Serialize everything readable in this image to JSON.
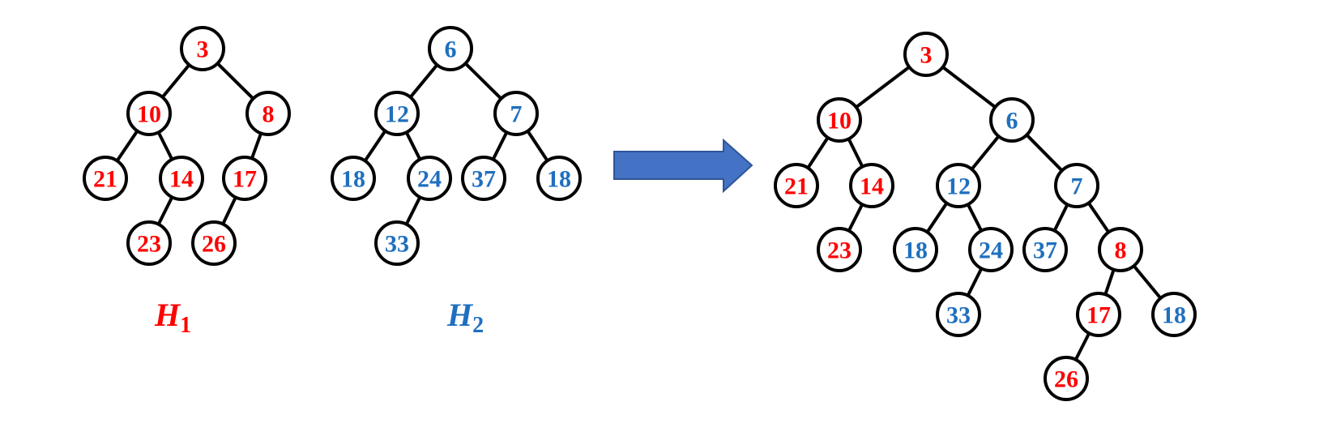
{
  "colors": {
    "h1": "#ff0000",
    "h2": "#1f6fbf",
    "arrow": "#4472c4",
    "arrow_stroke": "#2f5597"
  },
  "labels": {
    "h1": {
      "main": "H",
      "sub": "1"
    },
    "h2": {
      "main": "H",
      "sub": "2"
    }
  },
  "trees": {
    "h1": {
      "nodes": [
        {
          "id": "a3",
          "value": "3",
          "heap": "h1"
        },
        {
          "id": "a10",
          "value": "10",
          "heap": "h1"
        },
        {
          "id": "a8",
          "value": "8",
          "heap": "h1"
        },
        {
          "id": "a21",
          "value": "21",
          "heap": "h1"
        },
        {
          "id": "a14",
          "value": "14",
          "heap": "h1"
        },
        {
          "id": "a17",
          "value": "17",
          "heap": "h1"
        },
        {
          "id": "a23",
          "value": "23",
          "heap": "h1"
        },
        {
          "id": "a26",
          "value": "26",
          "heap": "h1"
        }
      ],
      "edges": [
        [
          "a3",
          "a10"
        ],
        [
          "a3",
          "a8"
        ],
        [
          "a10",
          "a21"
        ],
        [
          "a10",
          "a14"
        ],
        [
          "a8",
          "a17"
        ],
        [
          "a14",
          "a23"
        ],
        [
          "a17",
          "a26"
        ]
      ]
    },
    "h2": {
      "nodes": [
        {
          "id": "b6",
          "value": "6",
          "heap": "h2"
        },
        {
          "id": "b12",
          "value": "12",
          "heap": "h2"
        },
        {
          "id": "b7",
          "value": "7",
          "heap": "h2"
        },
        {
          "id": "b18a",
          "value": "18",
          "heap": "h2"
        },
        {
          "id": "b24",
          "value": "24",
          "heap": "h2"
        },
        {
          "id": "b37",
          "value": "37",
          "heap": "h2"
        },
        {
          "id": "b18b",
          "value": "18",
          "heap": "h2"
        },
        {
          "id": "b33",
          "value": "33",
          "heap": "h2"
        }
      ],
      "edges": [
        [
          "b6",
          "b12"
        ],
        [
          "b6",
          "b7"
        ],
        [
          "b12",
          "b18a"
        ],
        [
          "b12",
          "b24"
        ],
        [
          "b7",
          "b37"
        ],
        [
          "b7",
          "b18b"
        ],
        [
          "b24",
          "b33"
        ]
      ]
    },
    "merged": {
      "nodes": [
        {
          "id": "m3",
          "value": "3",
          "heap": "h1"
        },
        {
          "id": "m10",
          "value": "10",
          "heap": "h1"
        },
        {
          "id": "m6",
          "value": "6",
          "heap": "h2"
        },
        {
          "id": "m21",
          "value": "21",
          "heap": "h1"
        },
        {
          "id": "m14",
          "value": "14",
          "heap": "h1"
        },
        {
          "id": "m12",
          "value": "12",
          "heap": "h2"
        },
        {
          "id": "m7",
          "value": "7",
          "heap": "h2"
        },
        {
          "id": "m23",
          "value": "23",
          "heap": "h1"
        },
        {
          "id": "m18a",
          "value": "18",
          "heap": "h2"
        },
        {
          "id": "m24",
          "value": "24",
          "heap": "h2"
        },
        {
          "id": "m37",
          "value": "37",
          "heap": "h2"
        },
        {
          "id": "m8",
          "value": "8",
          "heap": "h1"
        },
        {
          "id": "m33",
          "value": "33",
          "heap": "h2"
        },
        {
          "id": "m17",
          "value": "17",
          "heap": "h1"
        },
        {
          "id": "m18b",
          "value": "18",
          "heap": "h2"
        },
        {
          "id": "m26",
          "value": "26",
          "heap": "h1"
        }
      ],
      "edges": [
        [
          "m3",
          "m10"
        ],
        [
          "m3",
          "m6"
        ],
        [
          "m10",
          "m21"
        ],
        [
          "m10",
          "m14"
        ],
        [
          "m14",
          "m23"
        ],
        [
          "m6",
          "m12"
        ],
        [
          "m6",
          "m7"
        ],
        [
          "m12",
          "m18a"
        ],
        [
          "m12",
          "m24"
        ],
        [
          "m24",
          "m33"
        ],
        [
          "m7",
          "m37"
        ],
        [
          "m7",
          "m8"
        ],
        [
          "m8",
          "m17"
        ],
        [
          "m8",
          "m18b"
        ],
        [
          "m17",
          "m26"
        ]
      ]
    }
  }
}
